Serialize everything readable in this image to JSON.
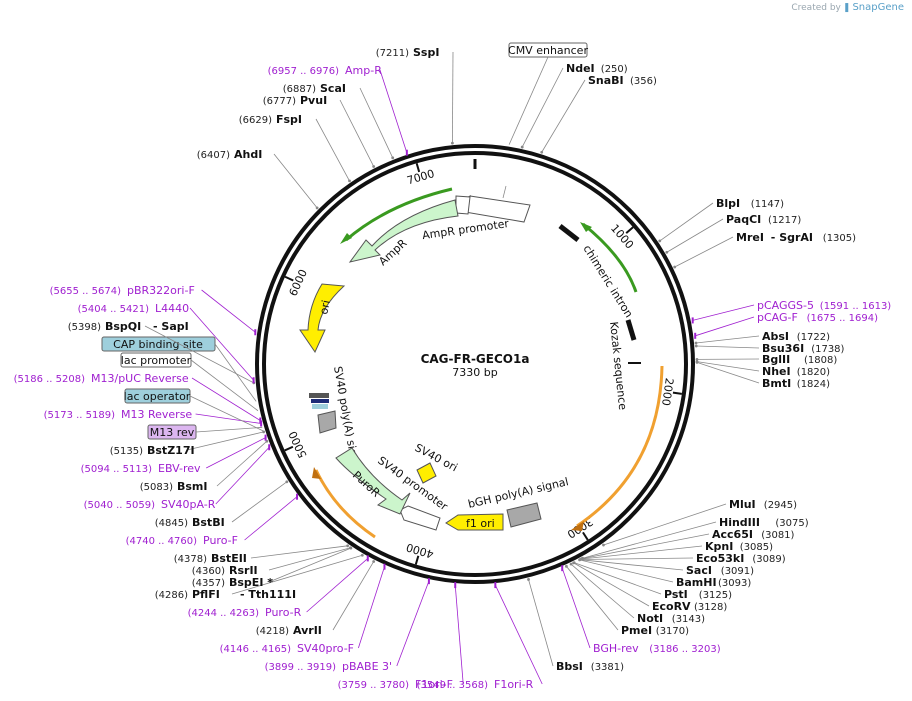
{
  "credit": {
    "prefix": "Created by",
    "brand": "SnapGene"
  },
  "plasmid": {
    "name": "CAG-FR-GECO1a",
    "size_label": "7330 bp",
    "length": 7330
  },
  "ruler_ticks": [
    {
      "pos": 1000,
      "label": "1000"
    },
    {
      "pos": 2000,
      "label": "2000"
    },
    {
      "pos": 3000,
      "label": "3000"
    },
    {
      "pos": 4000,
      "label": "4000"
    },
    {
      "pos": 5000,
      "label": "5000"
    },
    {
      "pos": 6000,
      "label": "6000"
    },
    {
      "pos": 7000,
      "label": "7000"
    }
  ],
  "colors": {
    "backbone": "#111111",
    "cmv": "#ffffff",
    "ampr": "#ccf5cc",
    "ori": "#ffee00",
    "f1ori": "#ffee00",
    "puror": "#ccf5cc",
    "sv40": "#ffffff",
    "bgh": "#a8a8a8",
    "primer": "#a020d0",
    "enzyme_line": "#888888",
    "orange": "#f0a030",
    "green_orf": "#3a9a20"
  },
  "features": [
    {
      "id": "cmv-enhancer",
      "label": "CMV enhancer",
      "boxed": true
    },
    {
      "id": "chimeric-intron",
      "label": "chimeric intron"
    },
    {
      "id": "kozak",
      "label": "Kozak sequence"
    },
    {
      "id": "ampr-promoter",
      "label": "AmpR promoter"
    },
    {
      "id": "ampr",
      "label": "AmpR"
    },
    {
      "id": "ori",
      "label": "ori"
    },
    {
      "id": "sv40-polya",
      "label": "SV40 poly(A) signal"
    },
    {
      "id": "sv40-ori",
      "label": "SV40 ori"
    },
    {
      "id": "sv40-promoter",
      "label": "SV40 promoter"
    },
    {
      "id": "puror",
      "label": "PuroR"
    },
    {
      "id": "bgh-polya",
      "label": "bGH poly(A) signal"
    },
    {
      "id": "f1-ori",
      "label": "f1 ori"
    },
    {
      "id": "cap-binding-site",
      "label": "CAP binding site",
      "boxed": true,
      "fill": "#9ecfdc"
    },
    {
      "id": "lac-promoter",
      "label": "lac promoter",
      "boxed": true,
      "fill": "#ffffff"
    },
    {
      "id": "lac-operator",
      "label": "lac operator",
      "boxed": true,
      "fill": "#9ecfdc"
    },
    {
      "id": "m13-rev",
      "label": "M13 rev",
      "boxed": true,
      "fill": "#dcb6f0"
    }
  ],
  "enzymes_left": [
    {
      "pos": "(7211)",
      "name": "SspI"
    },
    {
      "pos": "(6887)",
      "name": "ScaI"
    },
    {
      "pos": "(6777)",
      "name": "PvuI"
    },
    {
      "pos": "(6629)",
      "name": "FspI"
    },
    {
      "pos": "(6407)",
      "name": "AhdI"
    },
    {
      "pos": "(5398)",
      "name": "BspQI",
      "extra": "SapI"
    },
    {
      "pos": "(5135)",
      "name": "BstZ17I"
    },
    {
      "pos": "(5083)",
      "name": "BsmI"
    },
    {
      "pos": "(4845)",
      "name": "BstBI"
    },
    {
      "pos": "(4378)",
      "name": "BstEII"
    },
    {
      "pos": "(4360)",
      "name": "RsrII"
    },
    {
      "pos": "(4357)",
      "name": "BspEI *"
    },
    {
      "pos": "(4286)",
      "name": "PflFI",
      "extra": "Tth111I"
    },
    {
      "pos": "(4218)",
      "name": "AvrII"
    }
  ],
  "enzymes_right": [
    {
      "name": "NdeI",
      "pos": "(250)"
    },
    {
      "name": "SnaBI",
      "pos": "(356)"
    },
    {
      "name": "BlpI",
      "pos": "(1147)"
    },
    {
      "name": "PaqCI",
      "pos": "(1217)"
    },
    {
      "name": "MreI",
      "extra": "SgrAI",
      "pos": "(1305)"
    },
    {
      "name": "AbsI",
      "pos": "(1722)"
    },
    {
      "name": "Bsu36I",
      "pos": "(1738)"
    },
    {
      "name": "BglII",
      "pos": "(1808)"
    },
    {
      "name": "NheI",
      "pos": "(1820)"
    },
    {
      "name": "BmtI",
      "pos": "(1824)"
    },
    {
      "name": "MluI",
      "pos": "(2945)"
    },
    {
      "name": "HindIII",
      "pos": "(3075)"
    },
    {
      "name": "Acc65I",
      "pos": "(3081)"
    },
    {
      "name": "KpnI",
      "pos": "(3085)"
    },
    {
      "name": "Eco53kI",
      "pos": "(3089)"
    },
    {
      "name": "SacI",
      "pos": "(3091)"
    },
    {
      "name": "BamHI",
      "pos": "(3093)"
    },
    {
      "name": "PstI",
      "pos": "(3125)"
    },
    {
      "name": "EcoRV",
      "pos": "(3128)"
    },
    {
      "name": "NotI",
      "pos": "(3143)"
    },
    {
      "name": "PmeI",
      "pos": "(3170)"
    },
    {
      "name": "BbsI",
      "pos": "(3381)"
    }
  ],
  "primers": [
    {
      "range": "(6957 .. 6976)",
      "name": "Amp-R"
    },
    {
      "range": "(5655 .. 5674)",
      "name": "pBR322ori-F"
    },
    {
      "range": "(5404 .. 5421)",
      "name": "L4440"
    },
    {
      "range": "(5186 .. 5208)",
      "name": "M13/pUC Reverse"
    },
    {
      "range": "(5173 .. 5189)",
      "name": "M13 Reverse"
    },
    {
      "range": "(5094 .. 5113)",
      "name": "EBV-rev"
    },
    {
      "range": "(5040 .. 5059)",
      "name": "SV40pA-R"
    },
    {
      "range": "(4740 .. 4760)",
      "name": "Puro-F"
    },
    {
      "range": "(4244 .. 4263)",
      "name": "Puro-R"
    },
    {
      "range": "(4146 .. 4165)",
      "name": "SV40pro-F"
    },
    {
      "range": "(3899 .. 3919)",
      "name": "pBABE 3'"
    },
    {
      "range": "(3759 .. 3780)",
      "name": "F1ori-F"
    },
    {
      "range": "(3549 .. 3568)",
      "name": "F1ori-R"
    },
    {
      "range": "(3186 .. 3203)",
      "name": "BGH-rev"
    },
    {
      "range": "(1591 .. 1613)",
      "name": "pCAGGS-5"
    },
    {
      "range": "(1675 .. 1694)",
      "name": "pCAG-F"
    }
  ]
}
